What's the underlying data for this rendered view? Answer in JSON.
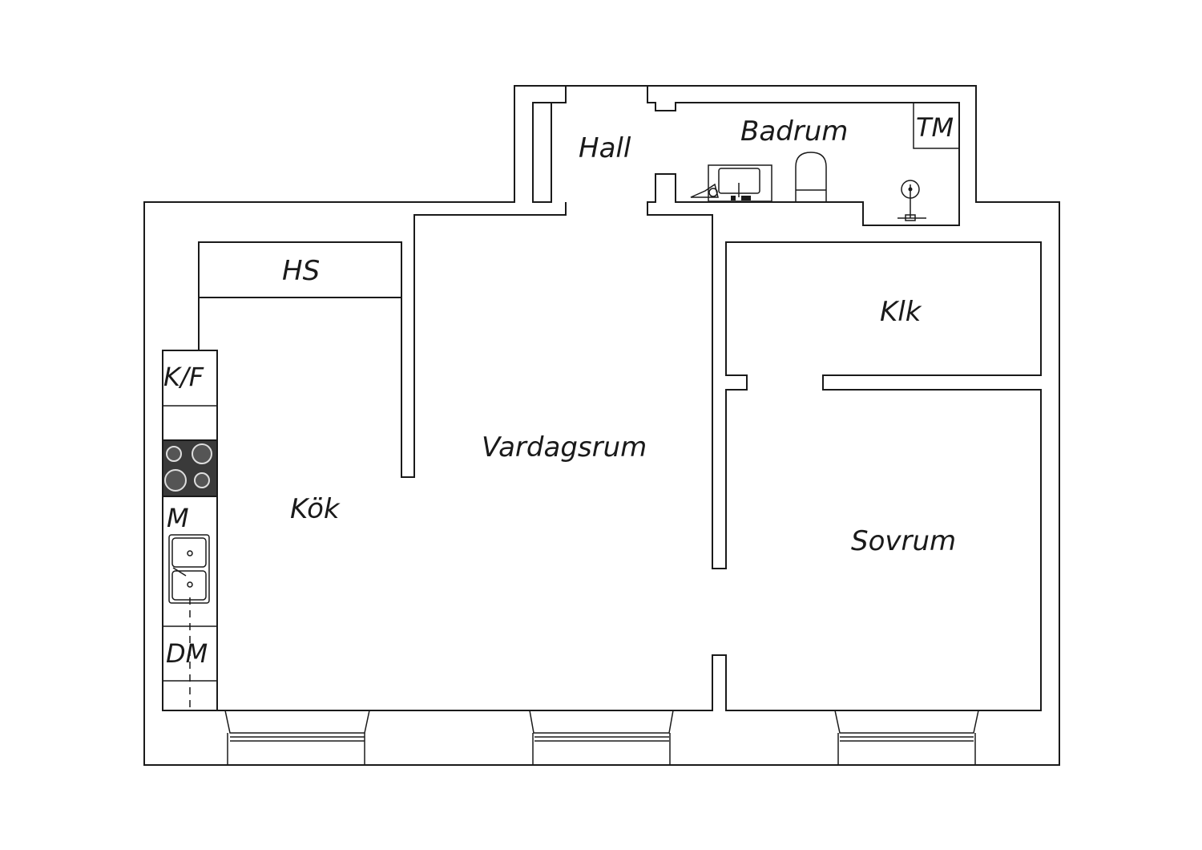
{
  "rooms": {
    "hall": "Hall",
    "badrum": "Badrum",
    "tm": "TM",
    "hs": "HS",
    "klk": "Klk",
    "kf": "K/F",
    "vardagsrum": "Vardagsrum",
    "kok": "Kök",
    "m": "M",
    "sovrum": "Sovrum",
    "dm": "DM"
  },
  "icons": [
    "stove-icon",
    "sink-icon",
    "toilet-icon",
    "washbasin-icon",
    "shower-icon",
    "window-icon"
  ],
  "colors": {
    "line": "#1a1a1a",
    "stove": "#3a3a3a",
    "background": "#ffffff"
  }
}
